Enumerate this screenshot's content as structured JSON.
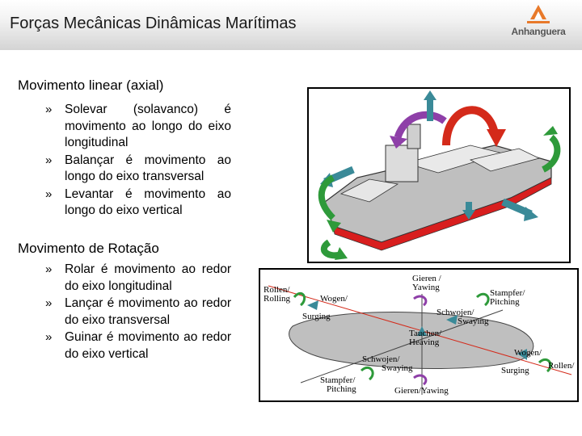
{
  "header": {
    "title": "Forças Mecânicas Dinâmicas Marítimas",
    "logo_text": "Anhanguera",
    "accent": "#e8792a"
  },
  "section1": {
    "heading": "Movimento linear (axial)",
    "bullets": [
      "Solevar (solavanco) é movimento ao longo do eixo longitudinal",
      "Balançar é movimento ao longo do eixo transversal",
      "Levantar é movimento ao longo do eixo vertical"
    ]
  },
  "section2": {
    "heading": "Movimento de Rotação",
    "bullets": [
      "Rolar é movimento ao redor do eixo longitudinal",
      "Lançar é movimento ao redor do eixo transversal",
      "Guinar é movimento ao redor do eixo vertical"
    ]
  },
  "bullet_mark": "»",
  "diagram": {
    "rollen_1": "Rollen/",
    "rolling_1": "Rolling",
    "wogen_1": "Wogen/",
    "surging_1": "Surging",
    "gieren_top_1": "Gieren /",
    "gieren_top_2": "Yawing",
    "stampfer_1": "Stampfer/",
    "pitching_1": "Pitching",
    "schwojen_1": "Schwojen/",
    "swaying_1": "Swaying",
    "tauchen_1": "Tauchen/",
    "heaving_1": "Heaving",
    "wogen_2": "Wogen/",
    "surging_2": "Surging",
    "rollen_2": "Rollen/",
    "schwojen_2": "Schwojen/",
    "swaying_2": "Swaying",
    "stampfer_2": "Stampfer/",
    "pitching_2": "Pitching",
    "gieren_bottom": "Gieren/Yawing"
  },
  "colors": {
    "hull": "#bfbfbf",
    "hull_red": "#d81e1e",
    "arrow_red": "#d42a1a",
    "arrow_purple": "#8e3fa8",
    "arrow_green": "#2e9a3a",
    "arrow_teal": "#3a8a98"
  }
}
